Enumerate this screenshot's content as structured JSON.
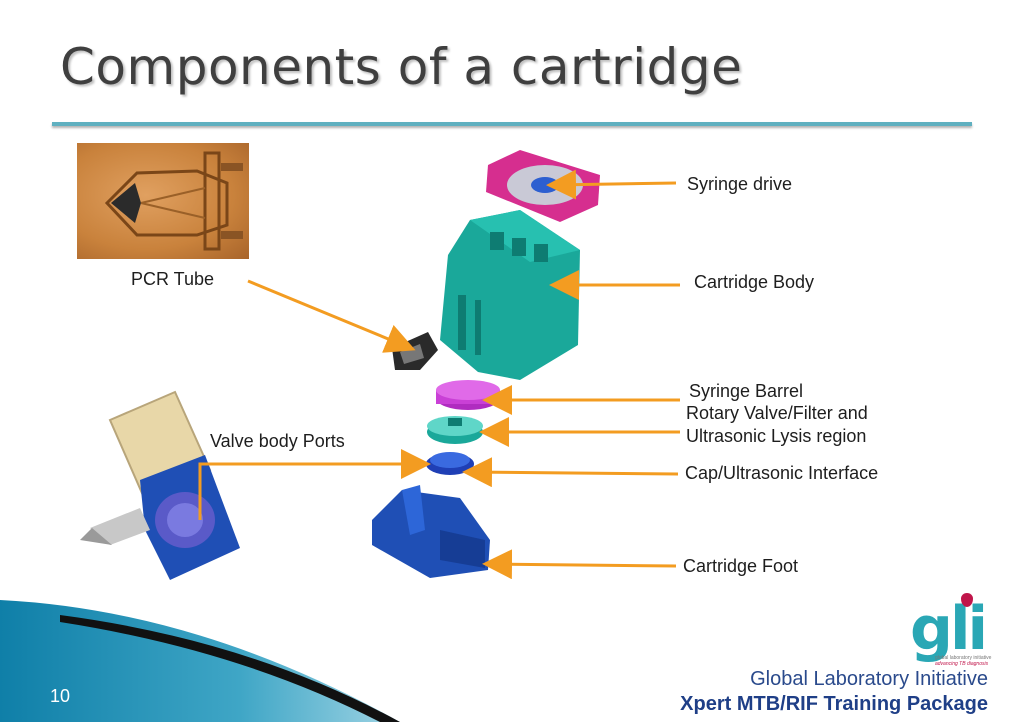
{
  "title": "Components of a cartridge",
  "labels": {
    "syringe_drive": "Syringe drive",
    "cartridge_body": "Cartridge Body",
    "pcr_tube": "PCR Tube",
    "syringe_barrel": "Syringe Barrel",
    "rotary_valve": "Rotary Valve/Filter and",
    "ultrasonic_lysis": "Ultrasonic Lysis  region",
    "valve_body_ports": "Valve body Ports",
    "cap_interface": "Cap/Ultrasonic Interface",
    "cartridge_foot": "Cartridge Foot"
  },
  "footer": {
    "page_number": "10",
    "organization": "Global Laboratory Initiative",
    "package": "Xpert MTB/RIF Training Package"
  },
  "logo": {
    "text": "gli",
    "tagline": "global laboratory initiative",
    "subtagline": "advancing TB diagnosis"
  },
  "colors": {
    "arrow": "#f39c21",
    "title_rule": "#5fb0c0",
    "teal_part": "#1aa89a",
    "blue_part": "#1f4fb5",
    "magenta_part": "#d62e8f"
  }
}
